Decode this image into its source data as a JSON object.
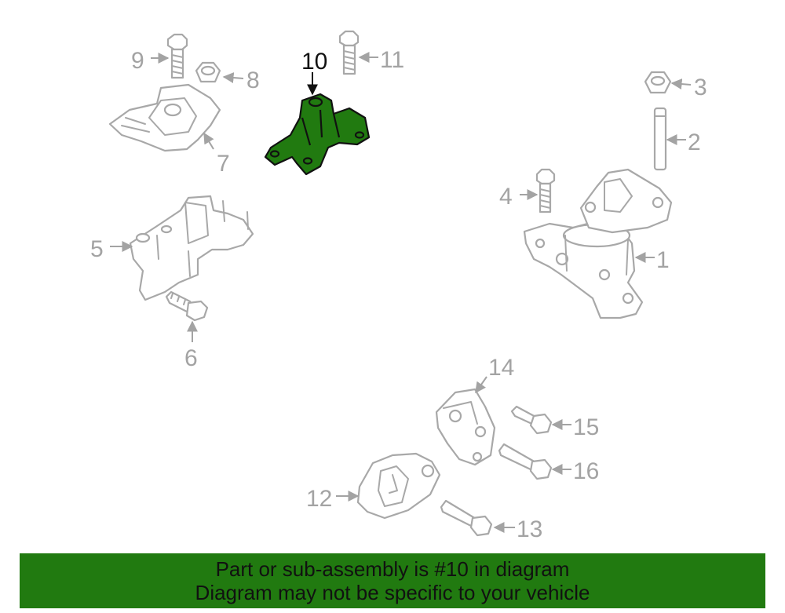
{
  "colors": {
    "highlight_fill": "#217a10",
    "banner_background": "#217a10",
    "part_outline": "#a8a8a8",
    "callout_text": "#a3a3a3",
    "highlight_outline": "#111111"
  },
  "diagram": {
    "highlighted_part": "10",
    "callouts": {
      "c1": "1",
      "c2": "2",
      "c3": "3",
      "c4": "4",
      "c5": "5",
      "c6": "6",
      "c7": "7",
      "c8": "8",
      "c9": "9",
      "c10": "10",
      "c11": "11",
      "c12": "12",
      "c13": "13",
      "c14": "14",
      "c15": "15",
      "c16": "16"
    }
  },
  "banner": {
    "line1": "Part or sub-assembly is #10 in diagram",
    "line2": "Diagram may not be specific to your vehicle"
  }
}
